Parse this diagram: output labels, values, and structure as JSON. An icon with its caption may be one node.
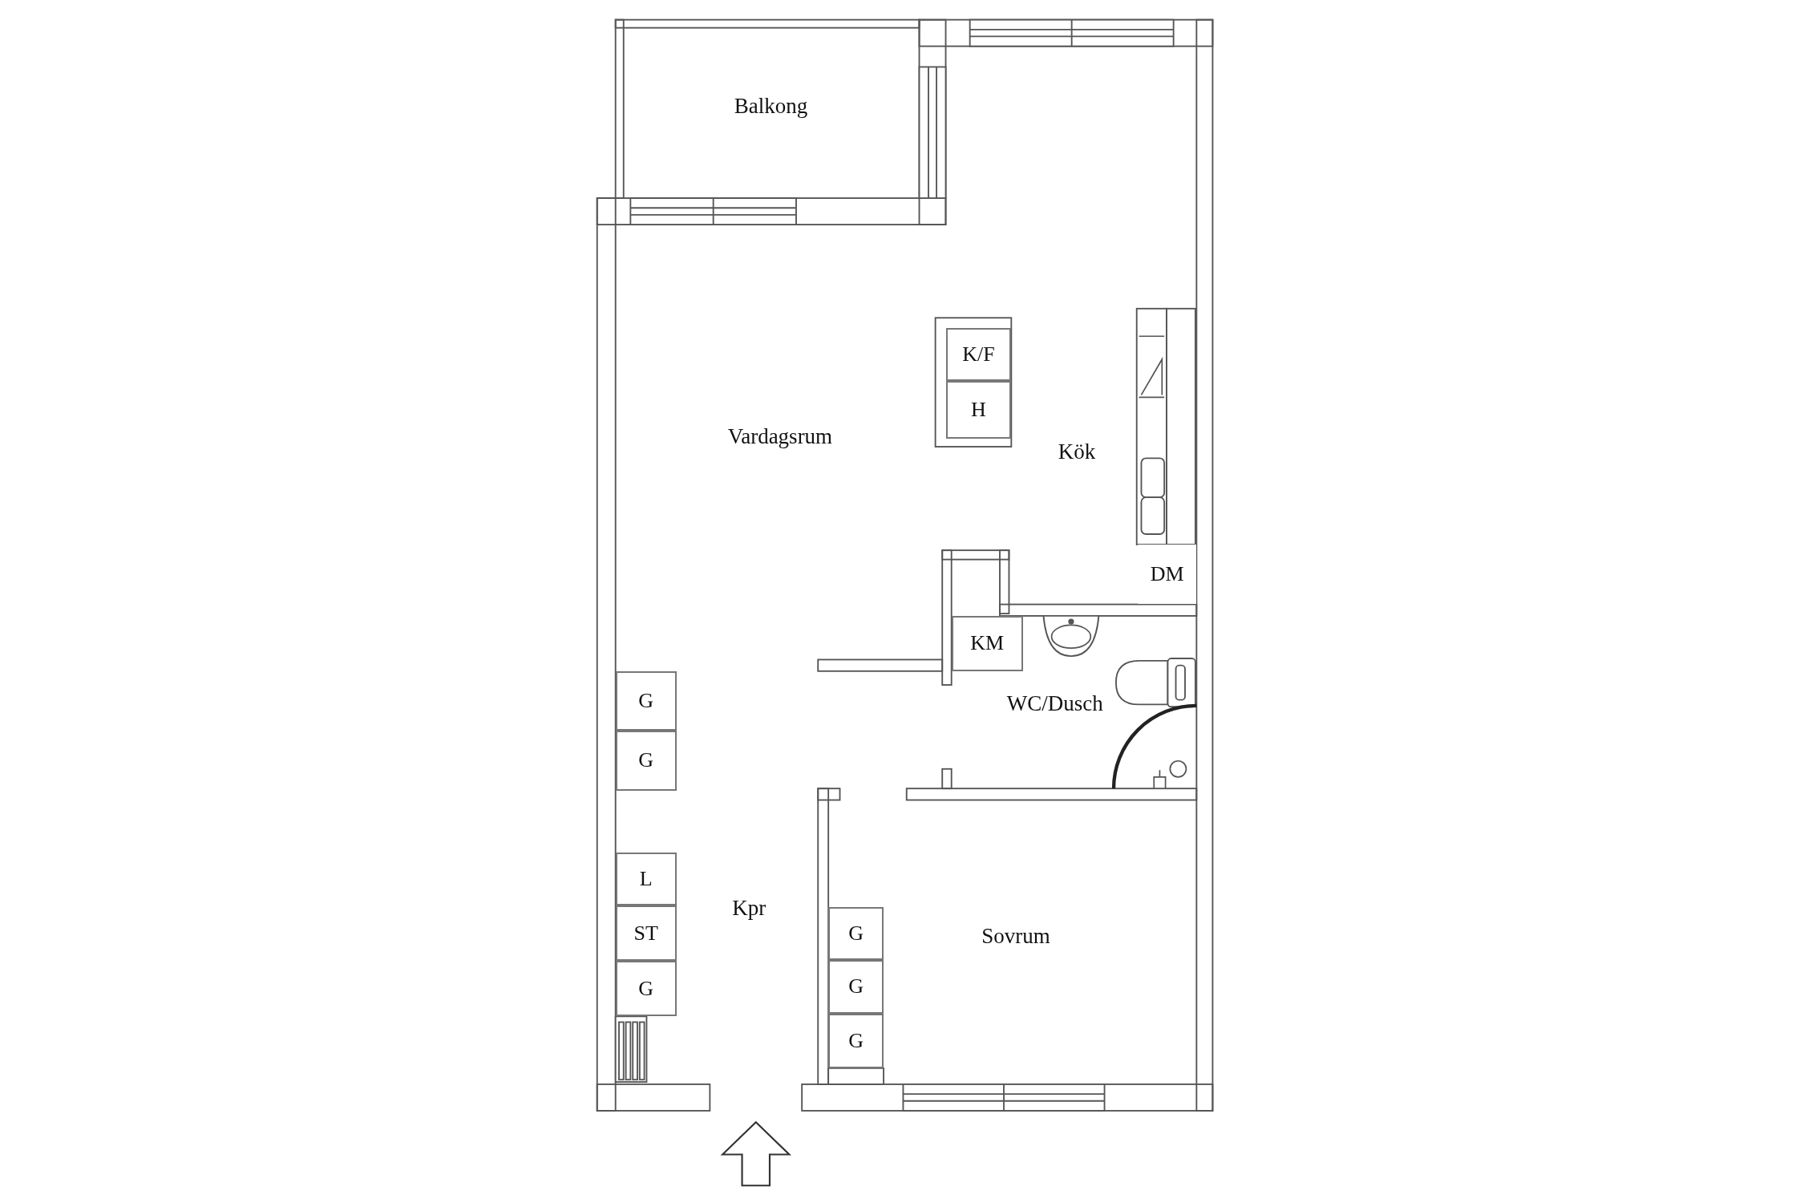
{
  "diagram": {
    "nodes": [
      {
        "text": [
          "K/F"
        ]
      },
      {
        "text": [
          "H"
        ]
      },
      {
        "text": [
          "DM"
        ]
      },
      {
        "text": [
          "KM"
        ]
      },
      {
        "text": [
          "G"
        ]
      },
      {
        "text": [
          "G"
        ]
      },
      {
        "text": [
          "L"
        ]
      },
      {
        "text": [
          "ST"
        ]
      },
      {
        "text": [
          "G"
        ]
      },
      {
        "text": [
          "G"
        ]
      },
      {
        "text": [
          "G"
        ]
      },
      {
        "text": [
          "G"
        ]
      }
    ],
    "labels": [
      "Balkong",
      "Vardagsrum",
      "Kök",
      "WC/Dusch",
      "Kpr",
      "Sovrum"
    ]
  }
}
